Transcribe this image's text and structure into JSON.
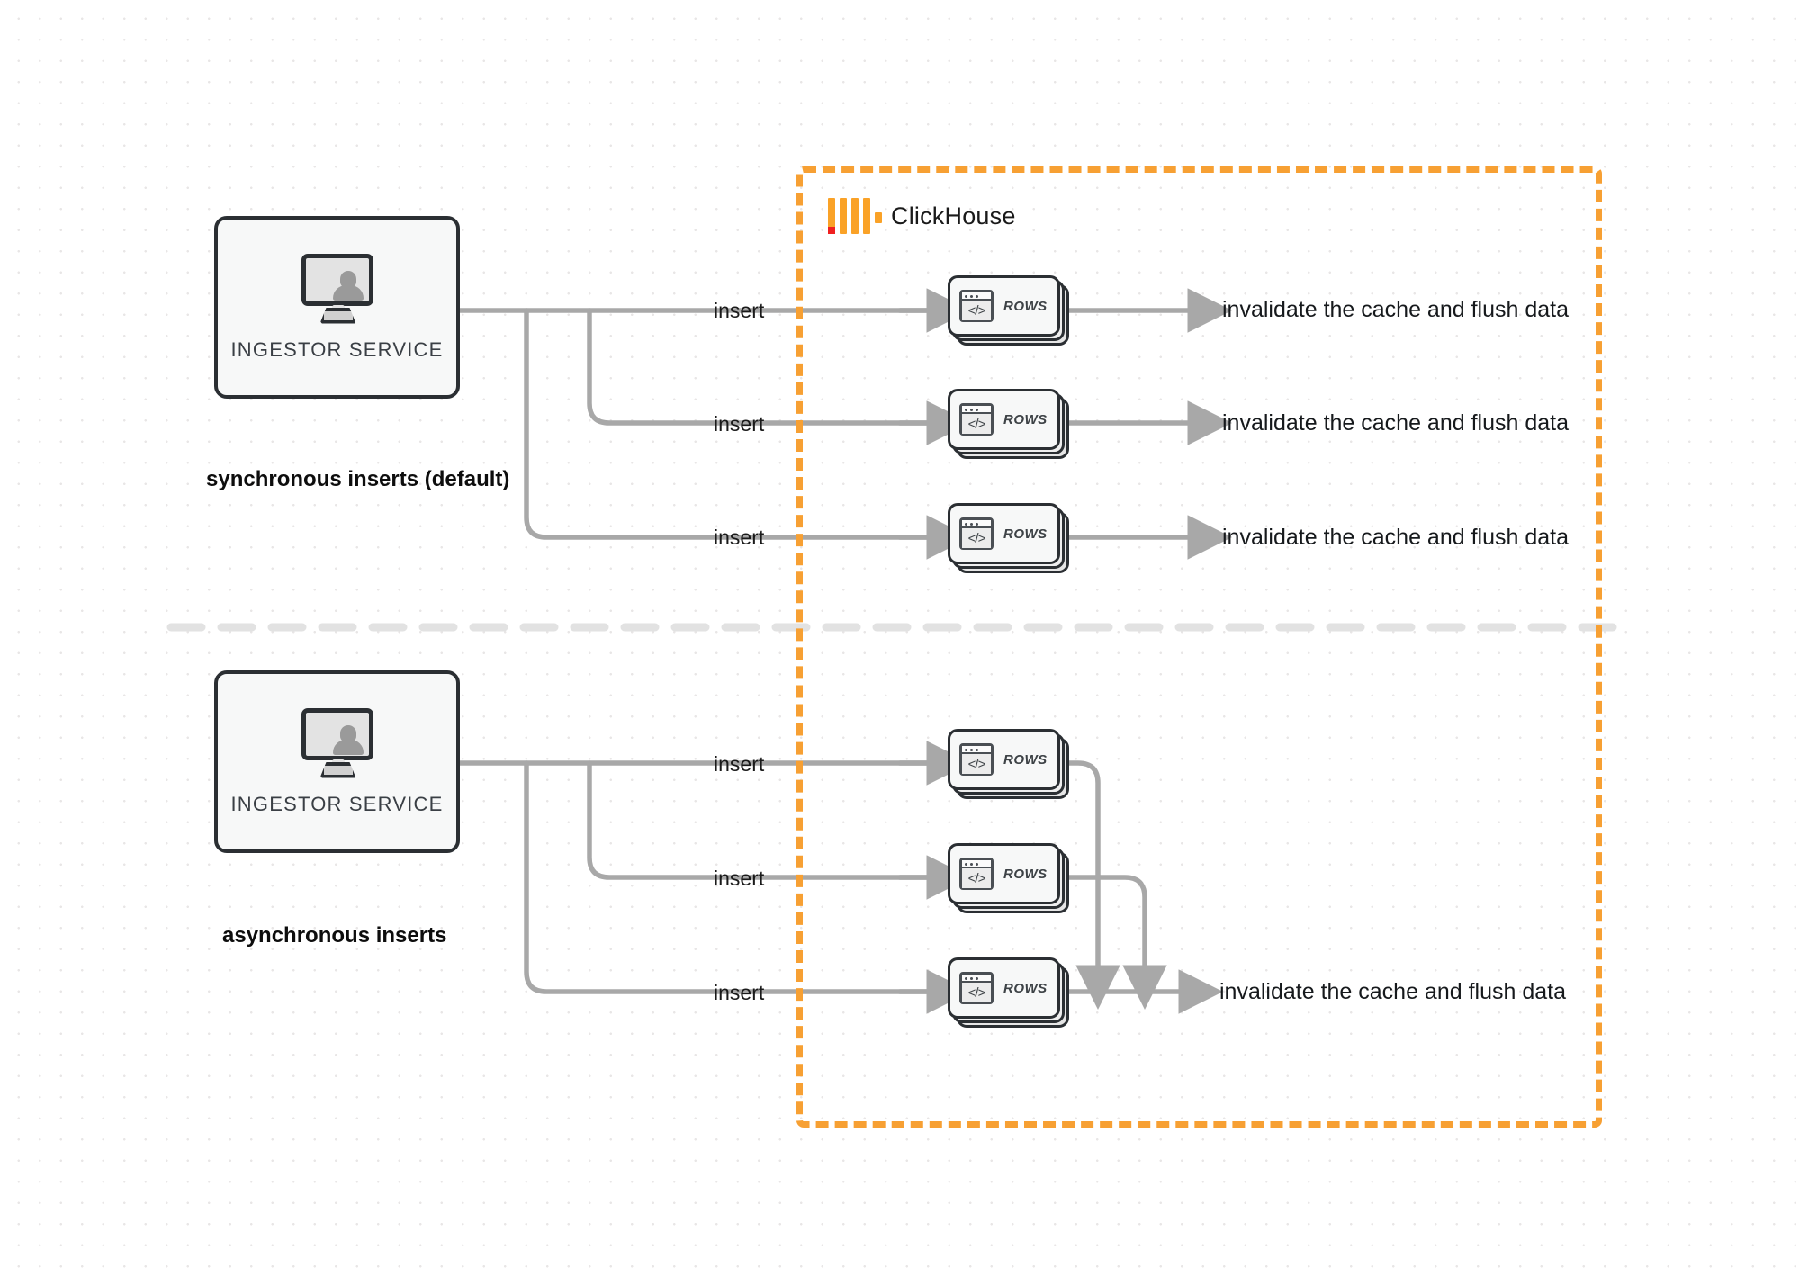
{
  "diagram": {
    "title": "ClickHouse synchronous vs asynchronous inserts",
    "colors": {
      "region_border": "#f7a033",
      "logo_orange": "#faa227",
      "logo_red": "#f02020",
      "edge": "#a8a8a8",
      "box_border": "#2b2f33",
      "box_fill": "#f7f8f8",
      "grid_dot": "#e8e6e6",
      "divider": "#e0e0e0"
    }
  },
  "region": {
    "name": "ClickHouse",
    "logo_icon": "clickhouse-logo-icon"
  },
  "sections": [
    {
      "id": "sync",
      "caption": "synchronous inserts (default)",
      "service": {
        "label": "INGESTOR SERVICE",
        "icon": "monitor-user-icon"
      },
      "flows": [
        {
          "insert_label": "insert",
          "rows_label": "ROWS",
          "rows_icon": "code-window-icon",
          "output_label": "invalidate the cache and flush data"
        },
        {
          "insert_label": "insert",
          "rows_label": "ROWS",
          "rows_icon": "code-window-icon",
          "output_label": "invalidate the cache and flush data"
        },
        {
          "insert_label": "insert",
          "rows_label": "ROWS",
          "rows_icon": "code-window-icon",
          "output_label": "invalidate the cache and flush data"
        }
      ]
    },
    {
      "id": "async",
      "caption": "asynchronous inserts",
      "service": {
        "label": "INGESTOR SERVICE",
        "icon": "monitor-user-icon"
      },
      "flows": [
        {
          "insert_label": "insert",
          "rows_label": "ROWS",
          "rows_icon": "code-window-icon"
        },
        {
          "insert_label": "insert",
          "rows_label": "ROWS",
          "rows_icon": "code-window-icon"
        },
        {
          "insert_label": "insert",
          "rows_label": "ROWS",
          "rows_icon": "code-window-icon"
        }
      ],
      "output_label": "invalidate the cache and flush data"
    }
  ],
  "code_glyph": "</>"
}
